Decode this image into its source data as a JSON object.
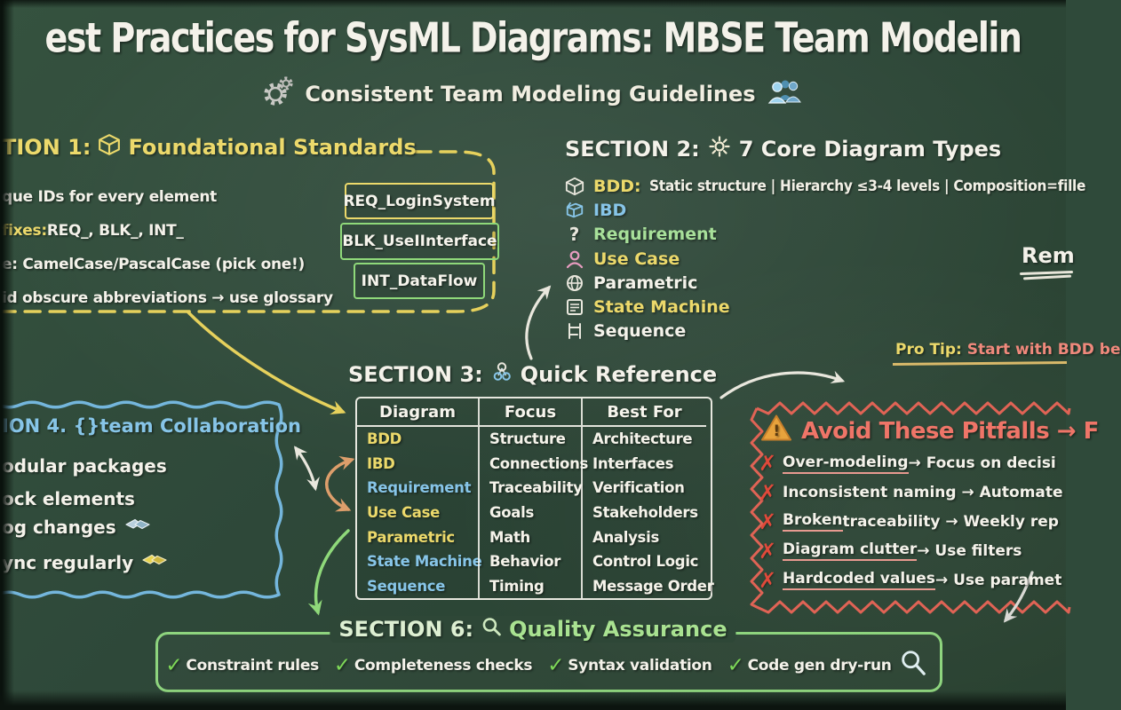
{
  "palette": {
    "board_green": "#2f4a3a",
    "chalk_white": "#f4f2ea",
    "chalk_yellow": "#ecd96b",
    "chalk_blue": "#87c5e8",
    "chalk_green": "#9adb84",
    "chalk_red": "#ef7568",
    "zigzag_red": "#e06355",
    "arrow_orange": "#dd9e6b"
  },
  "title": "est Practices for SysML Diagrams: MBSE Team Modelin",
  "subtitle": "Consistent Team Modeling Guidelines",
  "section1": {
    "heading_prefix": "TION 1:",
    "heading": "Foundational Standards",
    "items": [
      {
        "lead": "",
        "text": "que IDs for every element"
      },
      {
        "lead": "fixes:",
        "text": " REQ_, BLK_, INT_"
      },
      {
        "lead": "",
        "text": "e: CamelCase/PascalCase (pick one!)"
      },
      {
        "lead": "",
        "text": "id obscure abbreviations → use glossary"
      }
    ],
    "examples": [
      {
        "label": "REQ_LoginSystem",
        "border": "#ecd96b"
      },
      {
        "label": "BLK_UseIInterface",
        "border": "#8fd97a"
      },
      {
        "label": "INT_DataFlow",
        "border": "#8fd97a"
      }
    ]
  },
  "section2": {
    "heading_prefix": "SECTION 2:",
    "heading": "7 Core Diagram Types",
    "items": [
      {
        "label": "BDD:",
        "color": "#ecd96b",
        "desc": " Static structure | Hierarchy ≤3-4 levels | Composition=fille"
      },
      {
        "label": "IBD",
        "color": "#87c5e8",
        "desc": ""
      },
      {
        "label": "Requirement",
        "color": "#a8e09a",
        "desc": ""
      },
      {
        "label": "Use Case",
        "color": "#ecd96b",
        "desc": ""
      },
      {
        "label": "Parametric",
        "color": "#f4f2ea",
        "desc": ""
      },
      {
        "label": "State Machine",
        "color": "#ecd96b",
        "desc": ""
      },
      {
        "label": "Sequence",
        "color": "#f4f2ea",
        "desc": ""
      }
    ]
  },
  "callouts": {
    "remember": "Rem",
    "protip_label": "Pro Tip:",
    "protip_text": " Start with BDD be"
  },
  "section3": {
    "heading_prefix": "SECTION 3:",
    "heading": "Quick Reference",
    "table": {
      "headers": [
        "Diagram",
        "Focus",
        "Best For"
      ],
      "rows": [
        {
          "diagram": "BDD",
          "color": "#ecd96b",
          "focus": "Structure",
          "best": "Architecture"
        },
        {
          "diagram": "IBD",
          "color": "#ecd96b",
          "focus": "Connections",
          "best": "Interfaces"
        },
        {
          "diagram": "Requirement",
          "color": "#87c5e8",
          "focus": "Traceability",
          "best": "Verification"
        },
        {
          "diagram": "Use Case",
          "color": "#ecd96b",
          "focus": "Goals",
          "best": "Stakeholders"
        },
        {
          "diagram": "Parametric",
          "color": "#ecd96b",
          "focus": "Math",
          "best": "Analysis"
        },
        {
          "diagram": "State Machine",
          "color": "#87c5e8",
          "focus": "Behavior",
          "best": "Control Logic"
        },
        {
          "diagram": "Sequence",
          "color": "#87c5e8",
          "focus": "Timing",
          "best": "Message Order"
        }
      ]
    }
  },
  "section4": {
    "heading": "ION 4. {}team Collaboration",
    "items": [
      "odular packages",
      "ock elements",
      "og changes",
      "ync regularly"
    ]
  },
  "pitfalls": {
    "heading": "Avoid These Pitfalls → F",
    "items": [
      {
        "lead": "Over-modeling",
        "tail": " → Focus on decisi"
      },
      {
        "lead": "",
        "tail": "Inconsistent naming → Automate"
      },
      {
        "lead": "Broken",
        "tail": " traceability → Weekly rep"
      },
      {
        "lead": "Diagram clutter",
        "tail": " → Use filters"
      },
      {
        "lead": "Hardcoded values",
        "tail": " → Use paramet"
      }
    ]
  },
  "section6": {
    "heading_prefix": "SECTION 6:",
    "heading": "Quality Assurance",
    "items": [
      "Constraint rules",
      "Completeness checks",
      "Syntax validation",
      "Code gen dry-run"
    ]
  },
  "icons": {
    "check": "✓",
    "x": "✗",
    "question": "?"
  }
}
